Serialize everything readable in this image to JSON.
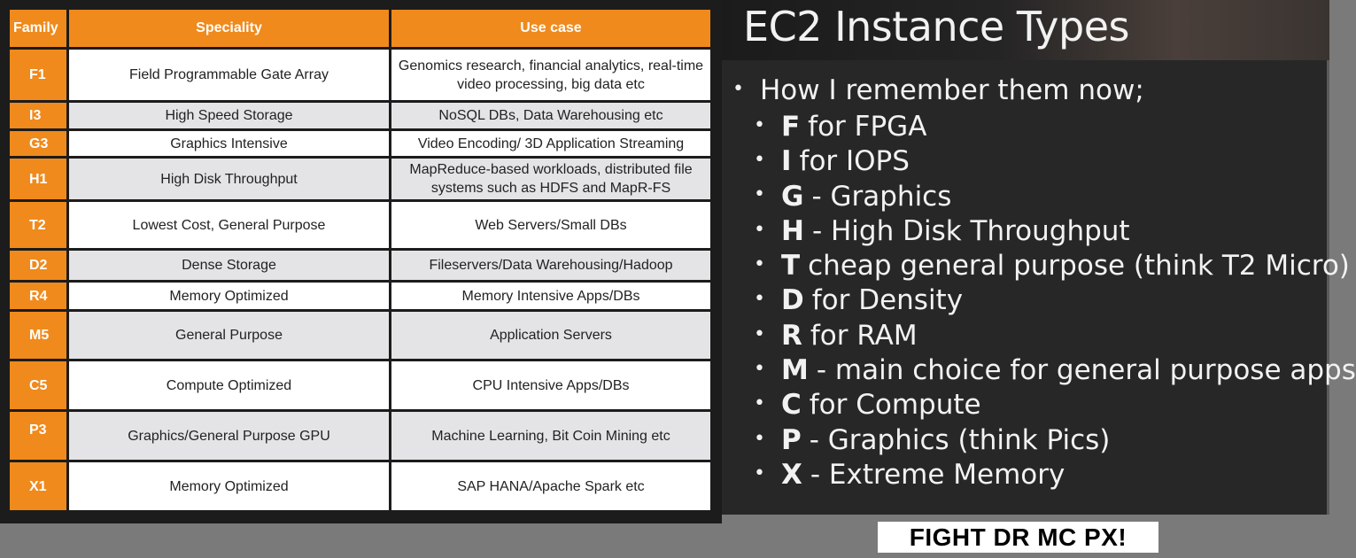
{
  "table": {
    "headers": {
      "family": "Family",
      "speciality": "Speciality",
      "use_case": "Use case"
    },
    "rows": [
      {
        "family": "F1",
        "speciality": "Field Programmable Gate Array",
        "use_case": "Genomics research, financial analytics, real-time video processing, big data etc"
      },
      {
        "family": "I3",
        "speciality": "High Speed Storage",
        "use_case": "NoSQL DBs, Data Warehousing etc"
      },
      {
        "family": "G3",
        "speciality": "Graphics Intensive",
        "use_case": "Video Encoding/ 3D Application Streaming"
      },
      {
        "family": "H1",
        "speciality": "High Disk Throughput",
        "use_case": "MapReduce-based workloads, distributed file systems such as HDFS and MapR-FS"
      },
      {
        "family": "T2",
        "speciality": "Lowest Cost, General Purpose",
        "use_case": "Web Servers/Small DBs"
      },
      {
        "family": "D2",
        "speciality": "Dense Storage",
        "use_case": "Fileservers/Data Warehousing/Hadoop"
      },
      {
        "family": "R4",
        "speciality": "Memory Optimized",
        "use_case": "Memory Intensive Apps/DBs"
      },
      {
        "family": "M5",
        "speciality": "General Purpose",
        "use_case": "Application Servers"
      },
      {
        "family": "C5",
        "speciality": "Compute Optimized",
        "use_case": "CPU Intensive Apps/DBs"
      },
      {
        "family": "P3",
        "speciality": "Graphics/General Purpose GPU",
        "use_case": "Machine Learning, Bit Coin Mining etc"
      },
      {
        "family": "X1",
        "speciality": "Memory Optimized",
        "use_case": "SAP HANA/Apache Spark etc"
      }
    ]
  },
  "slide": {
    "title": "EC2 Instance Types",
    "intro": "How I remember them now;",
    "bullet_glyph": "•",
    "items": [
      {
        "letter": "F",
        "text": "for FPGA"
      },
      {
        "letter": "I",
        "text": "for IOPS"
      },
      {
        "letter": "G",
        "text": "- Graphics"
      },
      {
        "letter": "H",
        "text": "- High Disk Throughput"
      },
      {
        "letter": "T",
        "text": "cheap general purpose (think T2 Micro)"
      },
      {
        "letter": "D",
        "text": "for Density"
      },
      {
        "letter": "R",
        "text": "for RAM"
      },
      {
        "letter": "M",
        "text": "- main choice for general purpose apps"
      },
      {
        "letter": "C",
        "text": "for Compute"
      },
      {
        "letter": "P",
        "text": "- Graphics (think Pics)"
      },
      {
        "letter": "X",
        "text": "- Extreme Memory"
      }
    ]
  },
  "caption": "FIGHT DR MC PX!",
  "colors": {
    "accent_orange": "#f08a1c",
    "row_grey": "#e4e4e6",
    "slide_bg": "#272727"
  }
}
